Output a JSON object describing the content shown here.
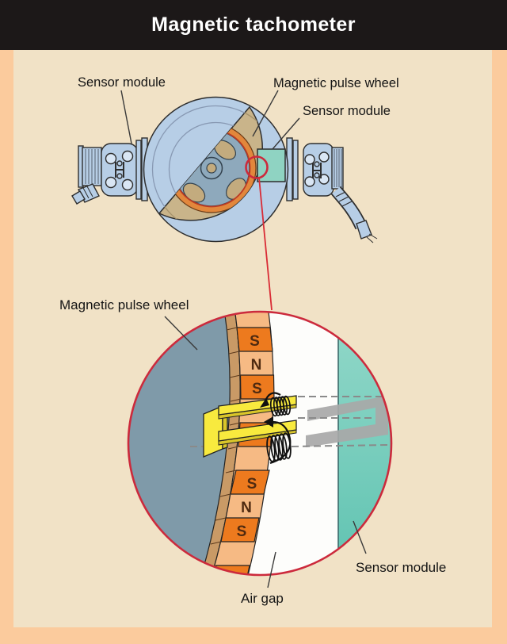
{
  "header": {
    "title": "Magnetic tachometer"
  },
  "palette": {
    "frame_peach": "#fbcb9d",
    "panel_tan": "#f1e2c6",
    "header_bg": "#1c1818",
    "header_text": "#ffffff",
    "housing_blue": "#b7cee6",
    "interior_tan": "#c9b48a",
    "wheel_gray_blue": "#8ea9bc",
    "rim_orange": "#e2873c",
    "rim_red_line": "#bb3b24",
    "magnet_south_orange": "#ed7a1e",
    "magnet_north_peach": "#f6ba84",
    "magnet_side_tan": "#c99a66",
    "sensor_module_teal": "#7fcfbf",
    "pulse_wheel_body_gray": "#7f9aa9",
    "sensor_fork_yellow": "#f8ea3e",
    "ghost_fork_gray": "#a8a8a8",
    "highlight_red": "#cc2a3c",
    "label_text": "#141414"
  },
  "overview": {
    "labels": {
      "sensor_module_left": "Sensor module",
      "magnetic_pulse_wheel": "Magnetic pulse wheel",
      "sensor_module_right": "Sensor module"
    }
  },
  "zoom_view": {
    "labels": {
      "magnetic_pulse_wheel": "Magnetic pulse wheel",
      "air_gap": "Air gap",
      "sensor_module": "Sensor module"
    },
    "magnet_labels": [
      "S",
      "N",
      "S",
      "S",
      "N",
      "S"
    ]
  }
}
